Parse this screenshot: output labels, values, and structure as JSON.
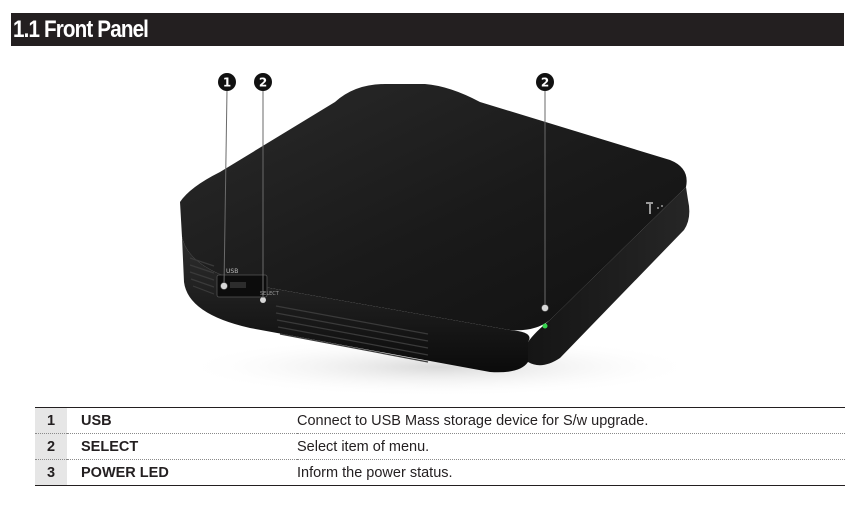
{
  "section": {
    "title": "1.1 Front Panel"
  },
  "figure": {
    "callouts": [
      {
        "number": "1",
        "target": "usb-port"
      },
      {
        "number": "2",
        "target": "select-button"
      },
      {
        "number": "2",
        "target": "power-led"
      }
    ],
    "port_label": "USB",
    "select_label": "SELECT",
    "colors": {
      "device_body": "#1b1b1b",
      "led": "#37d64f",
      "badge": "#111111"
    }
  },
  "table": {
    "rows": [
      {
        "num": "1",
        "name": "USB",
        "description": "Connect to USB Mass storage device for S/w upgrade."
      },
      {
        "num": "2",
        "name": "SELECT",
        "description": "Select item of menu."
      },
      {
        "num": "3",
        "name": "POWER LED",
        "description": "Inform the power status."
      }
    ]
  }
}
